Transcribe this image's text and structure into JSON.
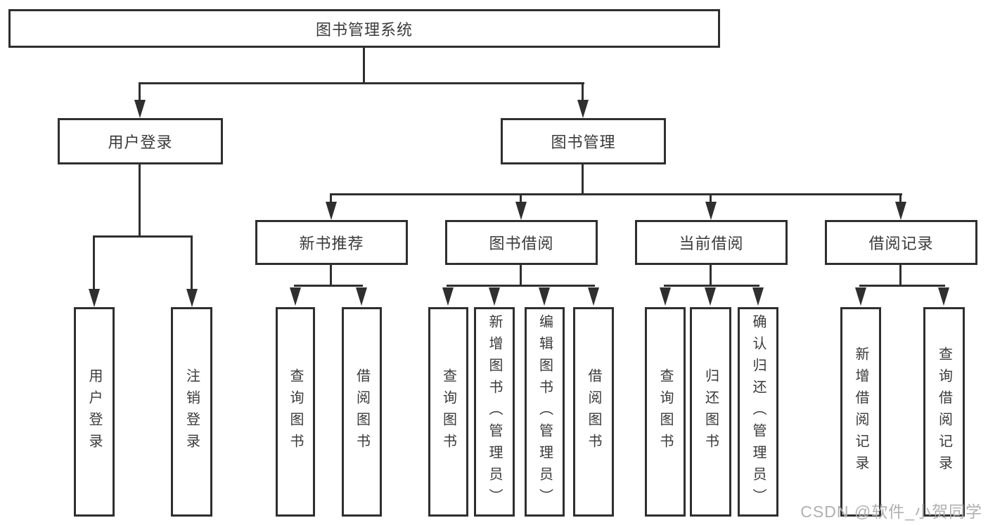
{
  "diagram": {
    "root": {
      "label": "图书管理系统"
    },
    "user_login_branch": {
      "label": "用户登录",
      "children": [
        {
          "label": "用户登录"
        },
        {
          "label": "注销登录"
        }
      ]
    },
    "book_mgmt_branch": {
      "label": "图书管理",
      "sections": [
        {
          "label": "新书推荐",
          "children": [
            {
              "label": "查询图书"
            },
            {
              "label": "借阅图书"
            }
          ]
        },
        {
          "label": "图书借阅",
          "children": [
            {
              "label": "查询图书"
            },
            {
              "label": "新增图书（管理员）"
            },
            {
              "label": "编辑图书（管理员）"
            },
            {
              "label": "借阅图书"
            }
          ]
        },
        {
          "label": "当前借阅",
          "children": [
            {
              "label": "查询图书"
            },
            {
              "label": "归还图书"
            },
            {
              "label": "确认归还（管理员）"
            }
          ]
        },
        {
          "label": "借阅记录",
          "children": [
            {
              "label": "新增借阅记录"
            },
            {
              "label": "查询借阅记录"
            }
          ]
        }
      ]
    }
  },
  "watermark": {
    "text": "CSDN @软件_小贺同学"
  },
  "colors": {
    "line": "#2f2f2f",
    "text": "#3a3a3a",
    "background": "#ffffff",
    "watermark": "#b0b0b0"
  }
}
